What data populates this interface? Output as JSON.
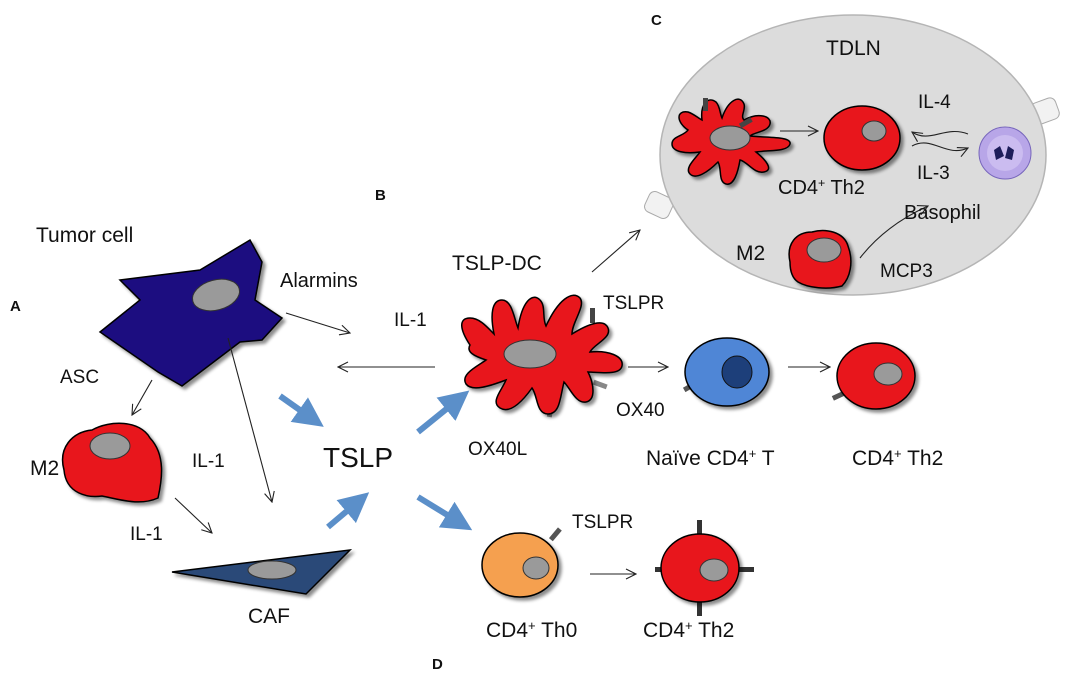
{
  "panels": {
    "a": "A",
    "b": "B",
    "c": "C",
    "d": "D"
  },
  "labels": {
    "tumor_cell": "Tumor cell",
    "alarmins": "Alarmins",
    "asc": "ASC",
    "il1_top": "IL-1",
    "il1_mid": "IL-1",
    "il1_left": "IL-1",
    "m2_left": "M2",
    "tslp": "TSLP",
    "caf": "CAF",
    "tslp_dc": "TSLP-DC",
    "tslpr_dc": "TSLPR",
    "ox40l": "OX40L",
    "ox40": "OX40",
    "naive_cd4": {
      "pre": "Naïve CD4",
      "sup": "+",
      "post": " T"
    },
    "th2_right": {
      "pre": "CD4",
      "sup": "+",
      "post": " Th2"
    },
    "tslpr_th0": "TSLPR",
    "th0": {
      "pre": "CD4",
      "sup": "+",
      "post": " Th0"
    },
    "th2_bottom": {
      "pre": "CD4",
      "sup": "+",
      "post": " Th2"
    },
    "tdln": "TDLN",
    "il4": "IL-4",
    "il3": "IL-3",
    "th2_tdln": {
      "pre": "CD4",
      "sup": "+",
      "post": " Th2"
    },
    "basophil": "Basophil",
    "m2_tdln": "M2",
    "mcp3": "MCP3"
  },
  "colors": {
    "tumor": "#1a1080",
    "dc_red": "#e8141a",
    "nucleus": "#9a9a9a",
    "naive_blue": "#4f86d6",
    "naive_nucleus": "#1d3f7a",
    "th0_orange": "#f5a04f",
    "caf": "#2a4a78",
    "tdln_fill": "#dcdcdc",
    "blue_arrow": "#5b8fc9",
    "basophil": "#b8a6e8"
  }
}
